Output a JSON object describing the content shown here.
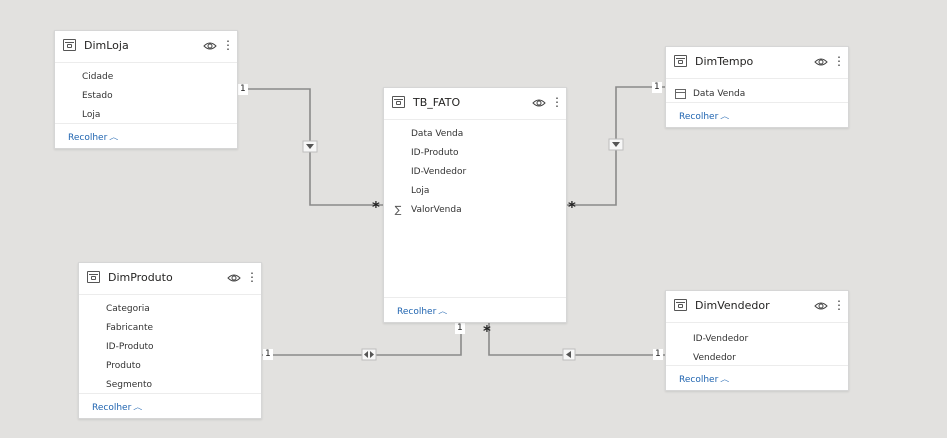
{
  "tables": {
    "dimloja": {
      "title": "DimLoja",
      "fields": [
        "Cidade",
        "Estado",
        "Loja"
      ],
      "collapse_label": "Recolher"
    },
    "dimtempo": {
      "title": "DimTempo",
      "fields": [
        "Data Venda"
      ],
      "collapse_label": "Recolher"
    },
    "tb_fato": {
      "title": "TB_FATO",
      "fields": [
        "Data Venda",
        "ID-Produto",
        "ID-Vendedor",
        "Loja",
        "ValorVenda"
      ],
      "collapse_label": "Recolher"
    },
    "dimproduto": {
      "title": "DimProduto",
      "fields": [
        "Categoria",
        "Fabricante",
        "ID-Produto",
        "Produto",
        "Segmento"
      ],
      "collapse_label": "Recolher"
    },
    "dimvendedor": {
      "title": "DimVendedor",
      "fields": [
        "ID-Vendedor",
        "Vendedor"
      ],
      "collapse_label": "Recolher"
    }
  },
  "relationships": {
    "one_label": "1",
    "many_label": "*"
  },
  "icons": {
    "table": "table-icon",
    "visibility": "eye-icon",
    "more": "more-options-icon",
    "sum": "sigma-icon",
    "date": "calendar-icon",
    "collapse": "chevron-up-icon"
  },
  "colors": {
    "canvas": "#e2e1df",
    "card": "#ffffff",
    "link": "#1f64b0",
    "line": "#8a8a8a"
  }
}
